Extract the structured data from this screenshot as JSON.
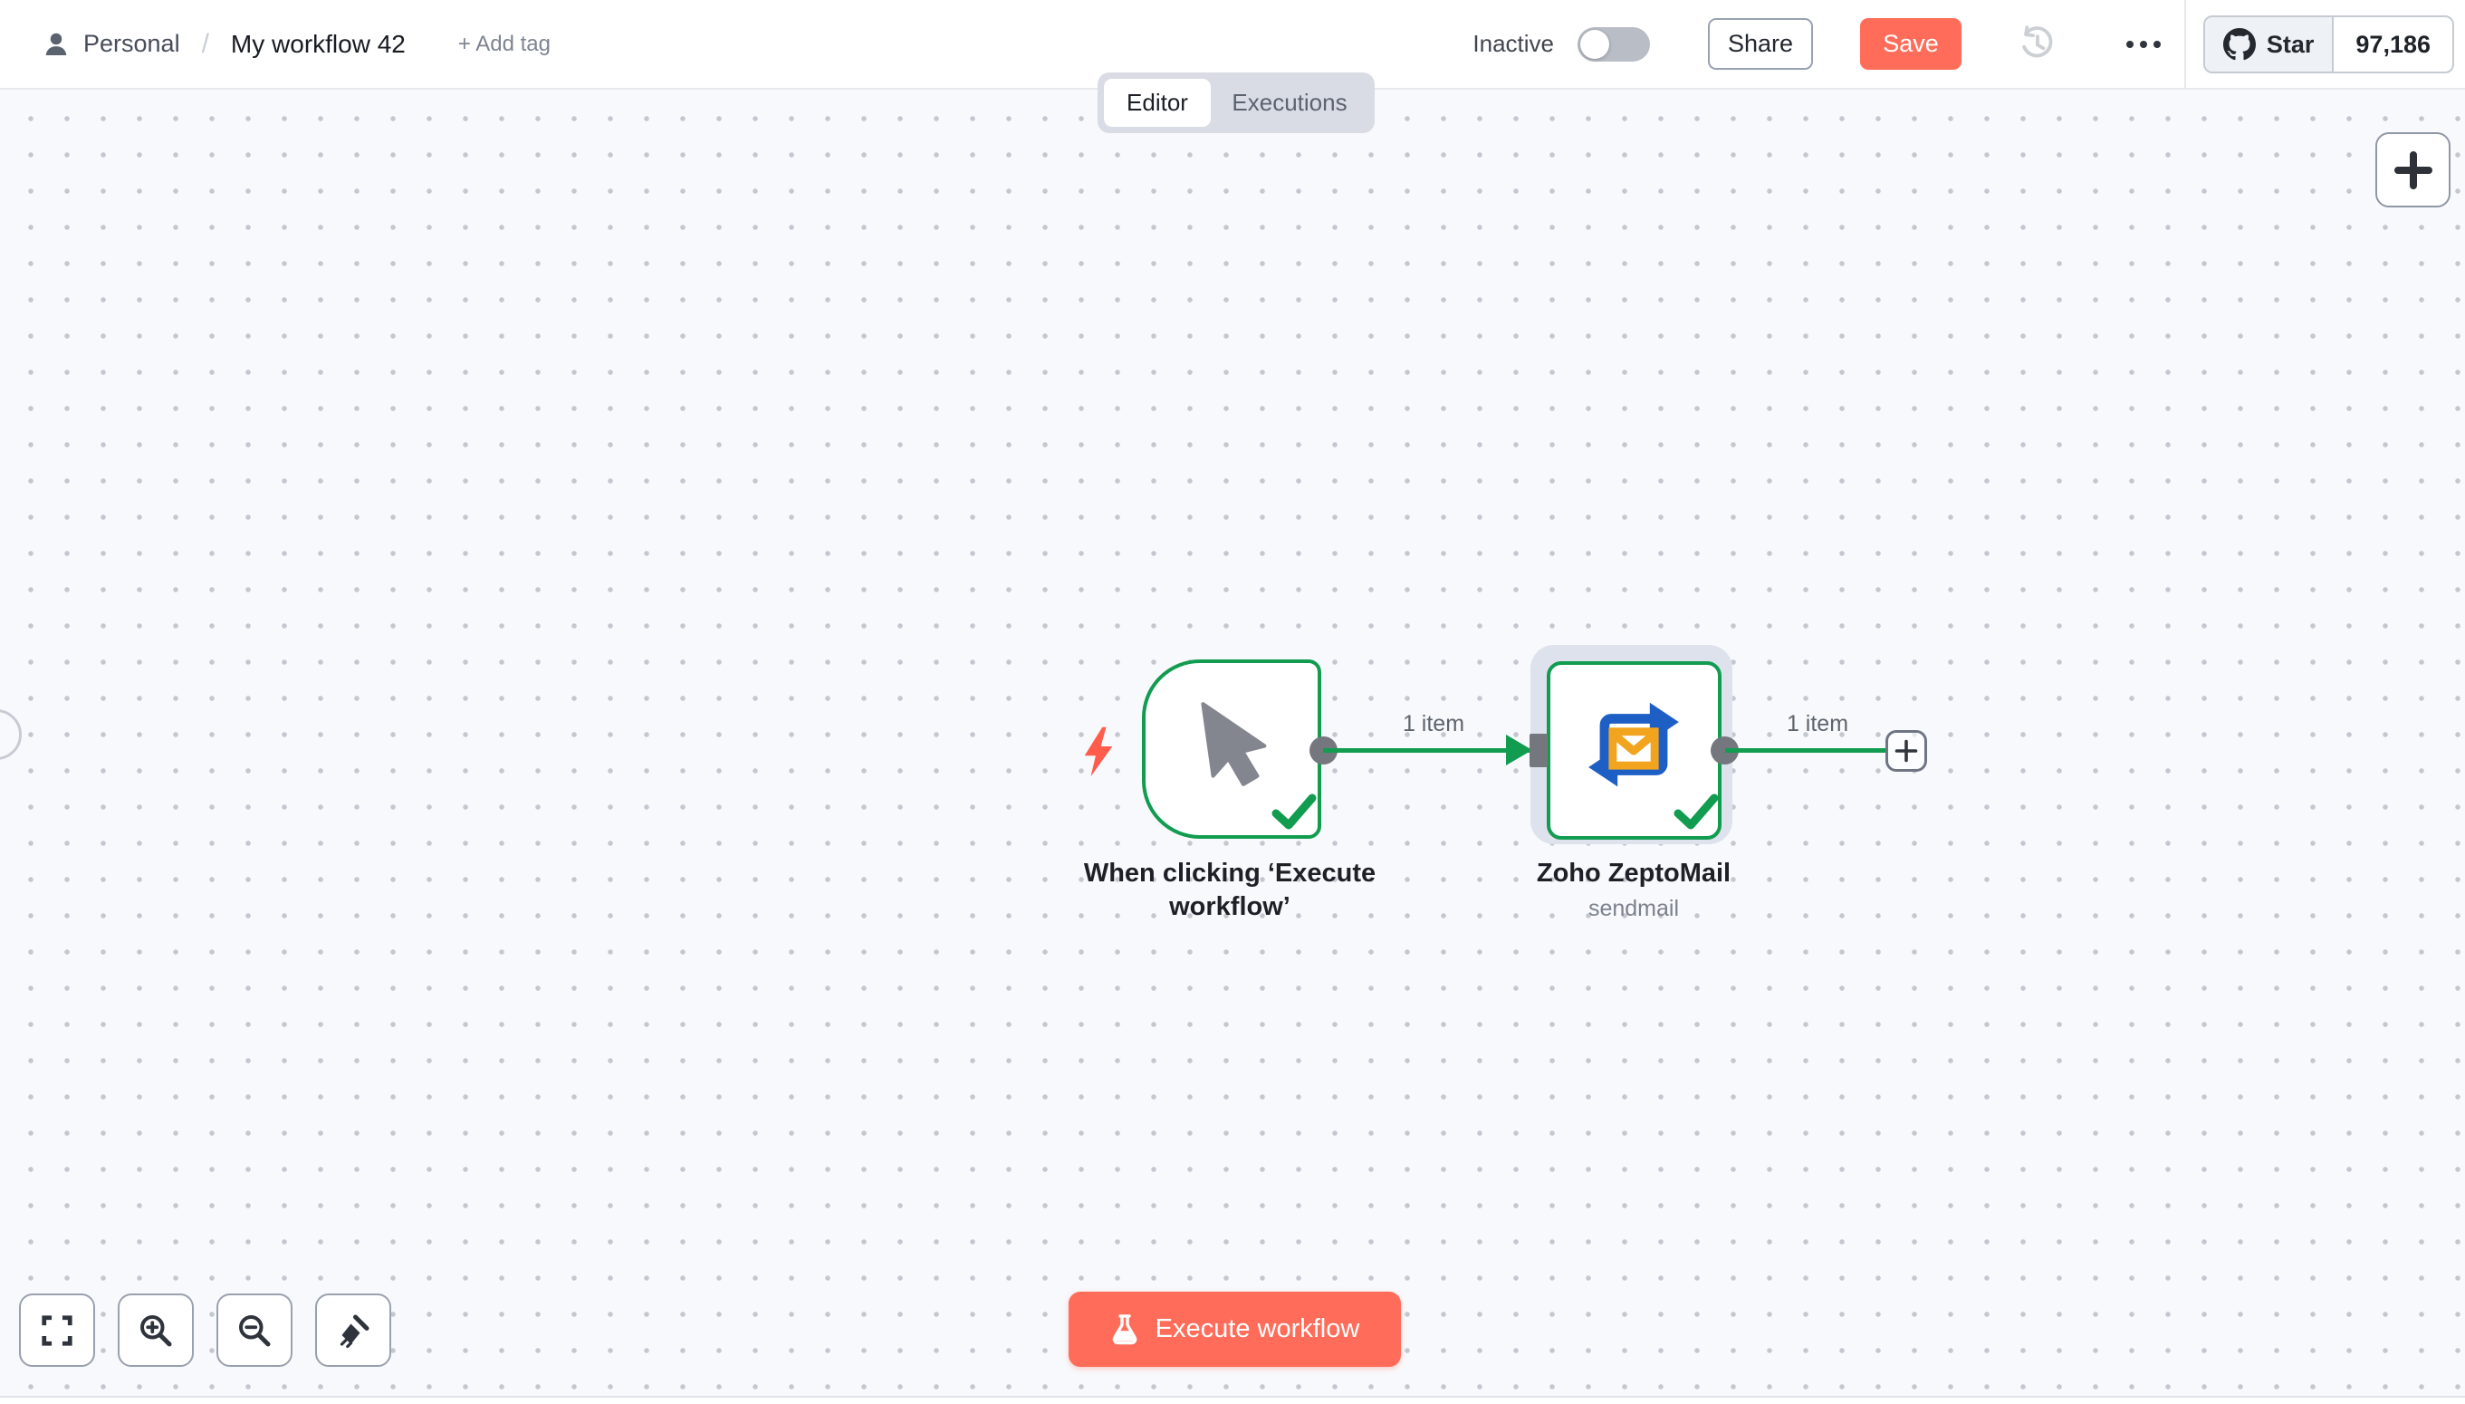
{
  "header": {
    "workspace": "Personal",
    "separator": "/",
    "workflow_title": "My workflow 42",
    "add_tag": "+ Add tag",
    "activation_status": "Inactive",
    "share": "Share",
    "save": "Save",
    "github_star": "Star",
    "github_count": "97,186"
  },
  "tabs": {
    "editor": "Editor",
    "executions": "Executions"
  },
  "canvas": {
    "trigger_node": {
      "title": "When clicking ‘Execute workflow’"
    },
    "zoho_node": {
      "title": "Zoho ZeptoMail",
      "subtitle": "sendmail"
    },
    "connection1_label": "1 item",
    "connection2_label": "1 item"
  },
  "footer": {
    "execute": "Execute workflow"
  },
  "icons": [
    "user-icon",
    "github-octocat-icon",
    "history-icon",
    "ellipsis-icon",
    "lightning-bolt-icon",
    "mouse-cursor-icon",
    "zeptomail-swap-mail-icon",
    "check-icon",
    "plus-icon",
    "fit-view-icon",
    "zoom-in-icon",
    "zoom-out-icon",
    "tidy-up-icon",
    "flask-icon"
  ],
  "colors": {
    "primary": "#ff6d5a",
    "success": "#119c50",
    "canvas_bg": "#f8f9fc",
    "port_gray": "#74777e"
  }
}
